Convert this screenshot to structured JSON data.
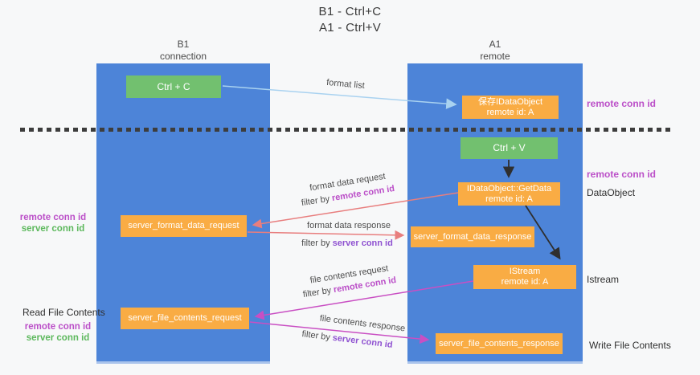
{
  "title": {
    "line1": "B1 - Ctrl+C",
    "line2": "A1 - Ctrl+V"
  },
  "lanes": {
    "left": {
      "header1": "B1",
      "header2": "connection"
    },
    "right": {
      "header1": "A1",
      "header2": "remote"
    }
  },
  "nodes": {
    "ctrl_c": "Ctrl + C",
    "ctrl_v": "Ctrl + V",
    "save_obj1": "保存IDataObject",
    "save_obj2": "remote id: A",
    "getdata1": "IDataObject::GetData",
    "getdata2": "remote id: A",
    "istream1": "IStream",
    "istream2": "remote id: A",
    "fmt_req": "server_format_data_request",
    "fmt_resp": "server_format_data_response",
    "file_req": "server_file_contents_request",
    "file_resp": "server_file_contents_response"
  },
  "labels": {
    "format_list": "format list",
    "format_data_request": "format data request",
    "format_data_response": "format data response",
    "file_contents_request": "file contents request",
    "file_contents_response": "file contents response",
    "filter_by": "filter by",
    "remote_conn_id": "remote conn id",
    "server_conn_id": "server conn id",
    "read_file_contents": "Read File Contents",
    "write_file_contents": "Write File Contents",
    "dataobject": "DataObject",
    "istream": "Istream"
  },
  "colors": {
    "lane_blue": "#4d84d8",
    "box_orange": "#f9ac44",
    "box_green": "#72c06f",
    "remote_conn_id_purple": "#bb4fc8",
    "server_conn_id_violet": "#8f52d1",
    "server_conn_id_green": "#5cb85c",
    "arrow_red": "#e87e7e",
    "arrow_magenta": "#c94fc3",
    "arrow_lightblue": "#a9d2f0",
    "arrow_black": "#2f2f2f",
    "divider_dark": "#3d3d3d",
    "background": "#f7f8f9"
  }
}
